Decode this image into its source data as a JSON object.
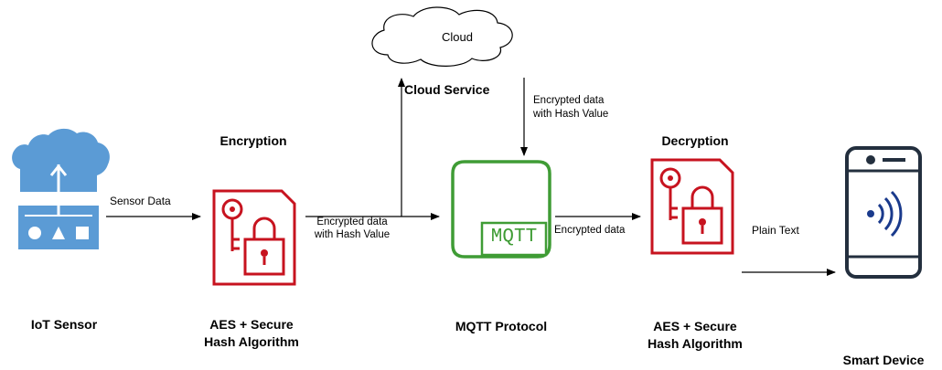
{
  "colors": {
    "sensor_blue": "#5b9bd5",
    "lock_red": "#c7131f",
    "mqtt_green": "#3f9c35",
    "phone_dark": "#232f3e",
    "signal_blue": "#1a3a8c",
    "arrow": "#000000"
  },
  "icons": [
    "cloud-upload-icon",
    "lock-key-icon",
    "mqtt-broker-icon",
    "smartphone-signal-icon",
    "cloud-icon"
  ],
  "nodes": {
    "iot_sensor": "IoT Sensor",
    "encryption_title": "Encryption",
    "aes_left_line1": "AES + Secure",
    "aes_left_line2": "Hash Algorithm",
    "cloud": "Cloud",
    "cloud_service": "Cloud Service",
    "mqtt_badge": "MQTT",
    "mqtt_protocol": "MQTT Protocol",
    "decryption_title": "Decryption",
    "aes_right_line1": "AES + Secure",
    "aes_right_line2": "Hash Algorithm",
    "smart_device": "Smart Device"
  },
  "edges": {
    "sensor_data": "Sensor Data",
    "enc_hash_left_line1": "Encrypted data",
    "enc_hash_left_line2": "with Hash Value",
    "enc_hash_top_line1": "Encrypted data",
    "enc_hash_top_line2": "with Hash Value",
    "encrypted_data": "Encrypted data",
    "plain_text": "Plain Text"
  }
}
